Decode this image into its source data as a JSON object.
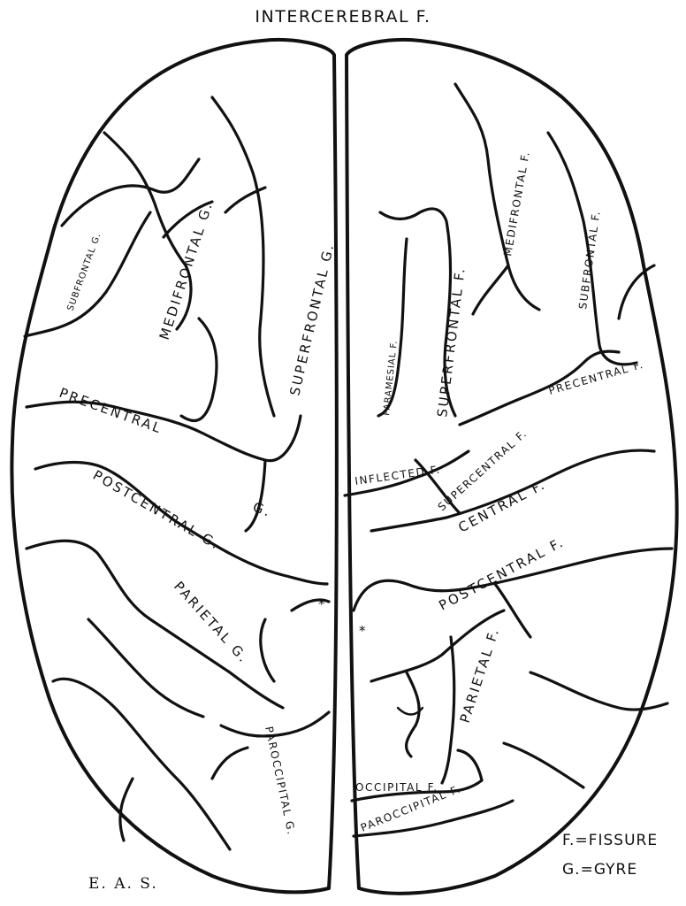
{
  "title": "INTERCEREBRAL F.",
  "signature": "E. A. S.",
  "legend": [
    {
      "abbr": "F.",
      "meaning": "FISSURE",
      "text": "F.=FISSURE"
    },
    {
      "abbr": "G.",
      "meaning": "GYRE",
      "text": "G.=GYRE"
    }
  ],
  "left_hemisphere": {
    "subfrontal": "SUBFRONTAL G.",
    "medifrontal": "MEDIFRONTAL G.",
    "superfrontal": "SUPERFRONTAL G.",
    "precentral": "PRECENTRAL",
    "precentral_g": "G.",
    "postcentral": "POSTCENTRAL G.",
    "parietal": "PARIETAL G.",
    "paroccipital": "PAROCCIPITAL G.",
    "asterisk": "*"
  },
  "right_hemisphere": {
    "medifrontal": "MEDIFRONTAL F.",
    "subfrontal": "SUBFRONTAL F.",
    "superfrontal": "SUPERFRONTAL F.",
    "paramesial": "PARAMESIAL F.",
    "precentral": "PRECENTRAL F.",
    "supercentral": "SUPERCENTRAL F.",
    "inflected": "INFLECTED F.",
    "central": "CENTRAL F.",
    "postcentral": "POSTCENTRAL F.",
    "parietal": "PARIETAL F.",
    "occipital": "OCCIPITAL F.",
    "paroccipital": "PAROCCIPITAL F.",
    "asterisk": "*"
  },
  "colors": {
    "line": "#111111",
    "background": "#ffffff"
  }
}
